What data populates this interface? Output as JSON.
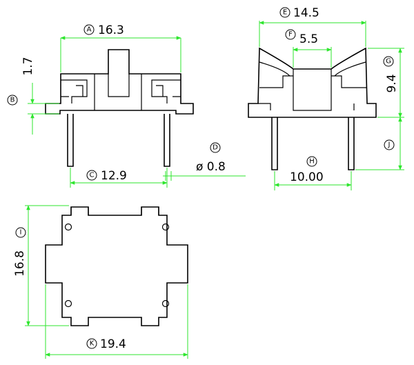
{
  "dimensions": {
    "A": {
      "letter": "A",
      "value": "16.3"
    },
    "B": {
      "letter": "B",
      "value": "1.7"
    },
    "C": {
      "letter": "C",
      "value": "12.9"
    },
    "D": {
      "letter": "D",
      "value": "ø 0.8"
    },
    "E": {
      "letter": "E",
      "value": "14.5"
    },
    "F": {
      "letter": "F",
      "value": "5.5"
    },
    "G": {
      "letter": "G",
      "value": "9.4"
    },
    "H": {
      "letter": "H",
      "value": "10.00"
    },
    "I": {
      "letter": "I",
      "value": "16.8"
    },
    "J": {
      "letter": "J",
      "value": ""
    },
    "K": {
      "letter": "K",
      "value": "19.4"
    }
  },
  "colors": {
    "dimension": "#2ee62e",
    "outline": "#000000"
  }
}
